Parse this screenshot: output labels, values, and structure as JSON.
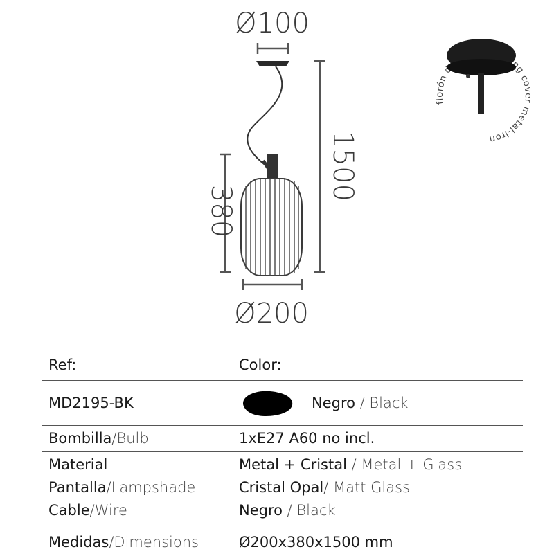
{
  "drawing": {
    "canopy_diameter": "Ø100",
    "shade_diameter": "Ø200",
    "total_height": "1500",
    "shade_height": "380",
    "badge_text": "florón de metal - ceiling cover metal-iron"
  },
  "spec": {
    "ref_header": "Ref:",
    "color_header": "Color:",
    "ref_value": "MD2195-BK",
    "color_es": "Negro",
    "color_sep": " / ",
    "color_en": "Black",
    "swatch_color": "#000000",
    "bulb_es": "Bombilla",
    "bulb_sep": "/",
    "bulb_en": "Bulb",
    "bulb_value": "1xE27 A60 no incl.",
    "material_label": "Material",
    "material_es": "Metal + Cristal",
    "material_sep": " / ",
    "material_en": "Metal + Glass",
    "shade_es": "Pantalla",
    "shade_sep": "/",
    "shade_en": "Lampshade",
    "shade_value_es": "Cristal Opal",
    "shade_value_sep": "/ ",
    "shade_value_en": "Matt Glass",
    "cable_es": "Cable",
    "cable_sep": "/",
    "cable_en": "Wire",
    "cable_value_es": "Negro",
    "cable_value_sep": " / ",
    "cable_value_en": "Black",
    "dims_es": "Medidas",
    "dims_sep": "/",
    "dims_en": "Dimensions",
    "dims_value": "Ø200x380x1500 mm"
  }
}
